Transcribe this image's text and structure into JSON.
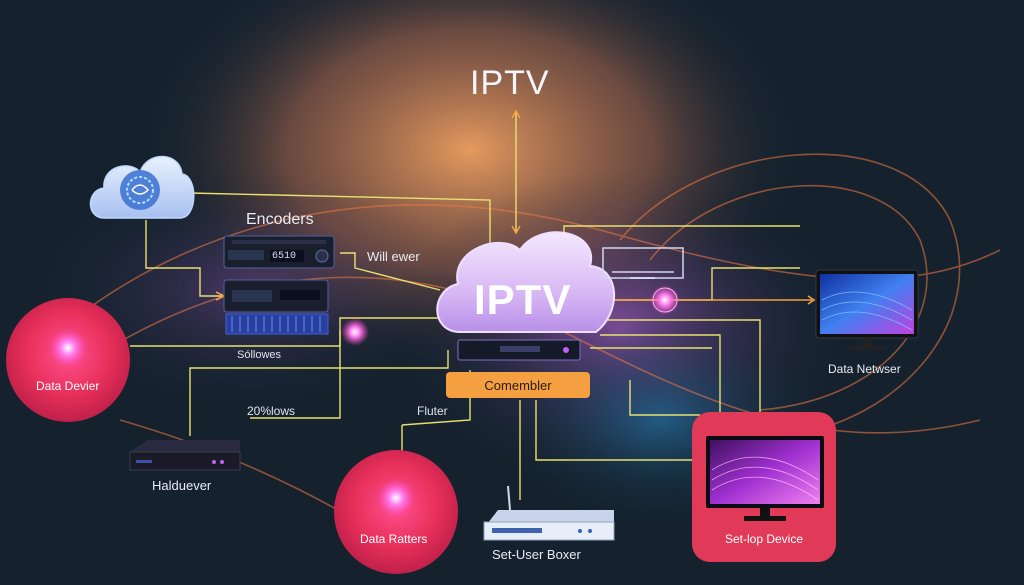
{
  "title": "IPTV",
  "hub": {
    "label": "IPTV"
  },
  "labels": {
    "encoders": "Encoders",
    "encoder_display": "6510",
    "will_ewer": "Will ewer",
    "sollowes": "Sóllowes",
    "percent_lows": "20%lows",
    "fluter": "Fluter",
    "combiner": "Comembler",
    "data_devier": "Data Devier",
    "haldueever": "Halduever",
    "data_ratters": "Data Ratters",
    "set_user_boxer": "Set-User Boxer",
    "data_netwser": "Data Netwser",
    "set_top_device": "Set-lop Device"
  },
  "colors": {
    "background": "#15222e",
    "accent_orange": "#f5a040",
    "connector_yellow": "#e8e070",
    "pink_node": "#e8305a",
    "hub_purple": "#c89af0"
  }
}
